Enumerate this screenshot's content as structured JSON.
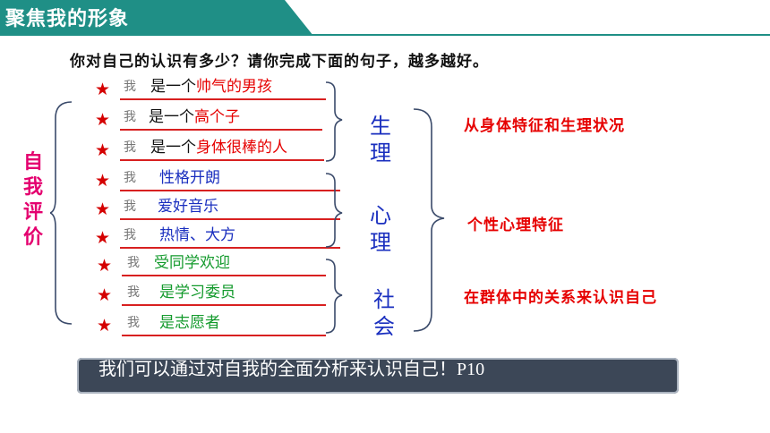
{
  "header": {
    "title": "聚焦我的形象"
  },
  "instruction": "你对自己的认识有多少？请你完成下面的句子，越多越好。",
  "side_label": "自我评价",
  "star_glyph": "★",
  "statements": [
    {
      "star": "★",
      "wo": "我",
      "prefix": "是一个",
      "text": "帅气的男孩",
      "color": "#e60000"
    },
    {
      "star": "★",
      "wo": "我",
      "prefix": "是一个",
      "text": "高个子",
      "color": "#e60000"
    },
    {
      "star": "★",
      "wo": "我",
      "prefix": "是一个",
      "text": "身体很棒的人",
      "color": "#e60000"
    },
    {
      "star": "★",
      "wo": "我",
      "prefix": "",
      "text": "性格开朗",
      "color": "#1a2fbf"
    },
    {
      "star": "★",
      "wo": "我",
      "prefix": "",
      "text": "爱好音乐",
      "color": "#1a2fbf"
    },
    {
      "star": "★",
      "wo": "我",
      "prefix": "",
      "text": "热情、大方",
      "color": "#1a2fbf"
    },
    {
      "star": "★",
      "wo": "我",
      "prefix": "",
      "text": "受同学欢迎",
      "color": "#139a2c"
    },
    {
      "star": "★",
      "wo": "我",
      "prefix": "",
      "text": "是学习委员",
      "color": "#139a2c"
    },
    {
      "star": "★",
      "wo": "我",
      "prefix": "",
      "text": "是志愿者",
      "color": "#139a2c"
    }
  ],
  "categories": [
    {
      "label": "生理",
      "chars": [
        "生",
        "理"
      ]
    },
    {
      "label": "心理",
      "chars": [
        "心",
        "理"
      ]
    },
    {
      "label": "社会",
      "chars": [
        "社",
        "会"
      ]
    }
  ],
  "descriptions": [
    "从身体特征和生理状况",
    "个性心理特征",
    "在群体中的关系来认识自己"
  ],
  "conclusion": "我们可以通过对自我的全面分析来认识自己！P10",
  "colors": {
    "header": "#1f8f86",
    "accent_red": "#e60000",
    "blue": "#1a2fbf",
    "green": "#139a2c",
    "magenta": "#e4006f"
  }
}
